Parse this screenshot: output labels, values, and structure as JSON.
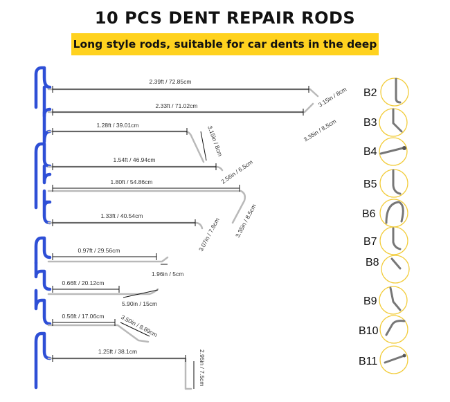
{
  "title": "10 PCS DENT REPAIR RODS",
  "subtitle": "Long style rods, suitable for car dents in the deep",
  "colors": {
    "banner": "#ffd21f",
    "handle": "#2e4fd6",
    "rod": "#b9b9b9",
    "circle": "#f2cc3a"
  },
  "rods": [
    {
      "code": "B2",
      "length": "2.39ft / 72.85cm",
      "tip": "3.15in / 8cm"
    },
    {
      "code": "B3",
      "length": "2.33ft / 71.02cm",
      "tip": "3.35in / 8.5cm"
    },
    {
      "code": "B4",
      "length": "1.28ft / 39.01cm",
      "tip": "3.15in / 8cm"
    },
    {
      "code": "B5",
      "length": "1.54ft / 46.94cm",
      "tip": "2.56in / 6.5cm"
    },
    {
      "code": "B6",
      "length": "1.80ft / 54.86cm",
      "tip": "3.35in / 8.5cm"
    },
    {
      "code": "B7",
      "length": "1.33ft / 40.54cm",
      "tip": "3.07in / 7.8cm"
    },
    {
      "code": "B8",
      "length": "0.97ft / 29.56cm",
      "tip": "1.96in / 5cm"
    },
    {
      "code": "B9",
      "length": "0.66ft / 20.12cm",
      "tip": "5.90in / 15cm"
    },
    {
      "code": "B10",
      "length": "0.56ft / 17.06cm",
      "tip": "3.50in / 8.89cm"
    },
    {
      "code": "B11",
      "length": "1.25ft / 38.1cm",
      "tip": "2.95in / 7.5cm"
    }
  ]
}
